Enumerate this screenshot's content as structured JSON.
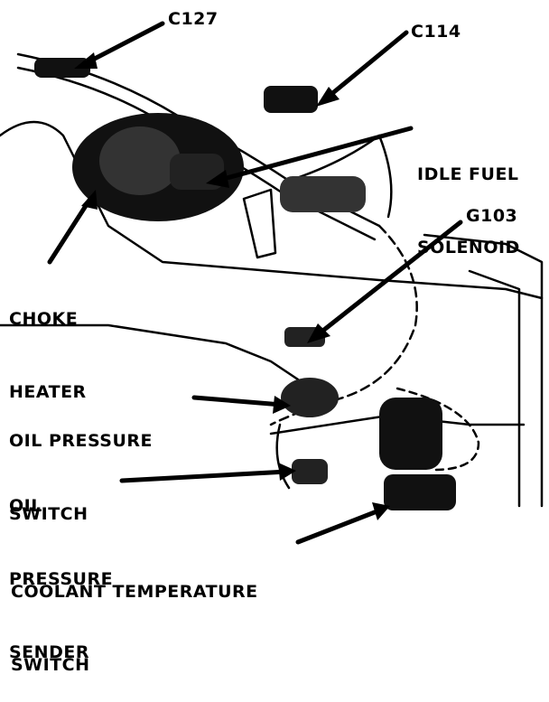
{
  "colors": {
    "ink": "#000000",
    "paper": "#ffffff"
  },
  "labels": {
    "c127": "C127",
    "c114": "C114",
    "idle_fuel_solenoid": [
      "IDLE FUEL",
      "SOLENOID"
    ],
    "g103": "G103",
    "choke_heater": [
      "CHOKE",
      "HEATER"
    ],
    "oil_pressure_switch": [
      "OIL PRESSURE",
      "SWITCH"
    ],
    "oil_pressure_sender": [
      "OIL",
      "PRESSURE",
      "SENDER"
    ],
    "coolant_temperature_switch": [
      "COOLANT TEMPERATURE",
      "SWITCH"
    ]
  }
}
